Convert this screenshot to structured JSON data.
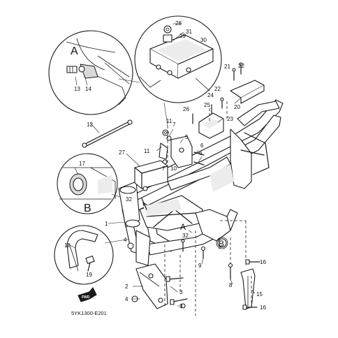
{
  "diagram": {
    "code": "5YK1300-E201",
    "fwd_label": "FWD",
    "view_labels": {
      "A": "A",
      "B": "B"
    },
    "callouts": [
      {
        "id": "c1",
        "text": "1"
      },
      {
        "id": "c2",
        "text": "2"
      },
      {
        "id": "c3",
        "text": "3"
      },
      {
        "id": "c3b",
        "text": "3"
      },
      {
        "id": "c4",
        "text": "4"
      },
      {
        "id": "c4b",
        "text": "4"
      },
      {
        "id": "c5",
        "text": "5"
      },
      {
        "id": "c6",
        "text": "6"
      },
      {
        "id": "c6b",
        "text": "6"
      },
      {
        "id": "c7",
        "text": "7"
      },
      {
        "id": "c7b",
        "text": "7"
      },
      {
        "id": "c8",
        "text": "8"
      },
      {
        "id": "c9",
        "text": "9"
      },
      {
        "id": "c10",
        "text": "10"
      },
      {
        "id": "c11",
        "text": "11"
      },
      {
        "id": "c11b",
        "text": "11"
      },
      {
        "id": "c12",
        "text": "12"
      },
      {
        "id": "c13",
        "text": "13"
      },
      {
        "id": "c14",
        "text": "14"
      },
      {
        "id": "c15",
        "text": "15"
      },
      {
        "id": "c16",
        "text": "16"
      },
      {
        "id": "c16b",
        "text": "16"
      },
      {
        "id": "c17",
        "text": "17"
      },
      {
        "id": "c18",
        "text": "18"
      },
      {
        "id": "c19",
        "text": "19"
      },
      {
        "id": "c20",
        "text": "20"
      },
      {
        "id": "c21",
        "text": "21"
      },
      {
        "id": "c22",
        "text": "22"
      },
      {
        "id": "c22b",
        "text": "22"
      },
      {
        "id": "c23",
        "text": "23"
      },
      {
        "id": "c24",
        "text": "24"
      },
      {
        "id": "c25",
        "text": "25"
      },
      {
        "id": "c26",
        "text": "26"
      },
      {
        "id": "c27",
        "text": "27"
      },
      {
        "id": "c28",
        "text": "28"
      },
      {
        "id": "c29",
        "text": "29"
      },
      {
        "id": "c30",
        "text": "30"
      },
      {
        "id": "c31",
        "text": "31"
      },
      {
        "id": "c32",
        "text": "32"
      },
      {
        "id": "c32b",
        "text": "32"
      }
    ]
  }
}
